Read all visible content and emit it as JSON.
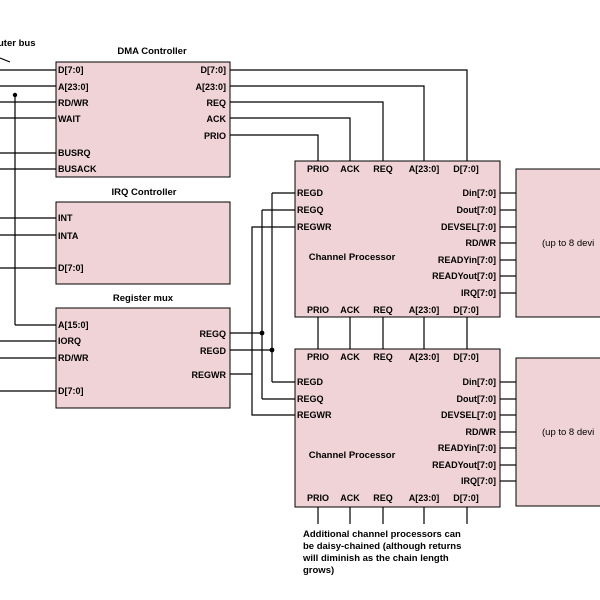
{
  "bus_title": "uter bus",
  "dma": {
    "title": "DMA Controller",
    "left_pins": [
      "D[7:0]",
      "A[23:0]",
      "RD/WR",
      "WAIT",
      "BUSRQ",
      "BUSACK"
    ],
    "right_pins": [
      "D[7:0]",
      "A[23:0]",
      "REQ",
      "ACK",
      "PRIO"
    ]
  },
  "irq": {
    "title": "IRQ Controller",
    "left_pins": [
      "INT",
      "INTA",
      "D[7:0]"
    ]
  },
  "regmux": {
    "title": "Register mux",
    "left_pins": [
      "A[15:0]",
      "IORQ",
      "RD/WR",
      "D[7:0]"
    ],
    "right_pins": [
      "REGQ",
      "REGD",
      "REGWR"
    ]
  },
  "channel_processor": {
    "title": "Channel Processor",
    "top_pins": [
      "PRIO",
      "ACK",
      "REQ",
      "A[23:0]",
      "D[7:0]"
    ],
    "left_pins": [
      "REGD",
      "REGQ",
      "REGWR"
    ],
    "right_pins": [
      "Din[7:0]",
      "Dout[7:0]",
      "DEVSEL[7:0]",
      "RD/WR",
      "READYin[7:0]",
      "READYout[7:0]",
      "IRQ[7:0]"
    ],
    "bottom_pins": [
      "PRIO",
      "ACK",
      "REQ",
      "A[23:0]",
      "D[7:0]"
    ]
  },
  "devices_label": "(up to 8 devi",
  "note": [
    "Additional channel processors can",
    "be daisy-chained (although returns",
    "will diminish as the chain length",
    "grows)"
  ]
}
